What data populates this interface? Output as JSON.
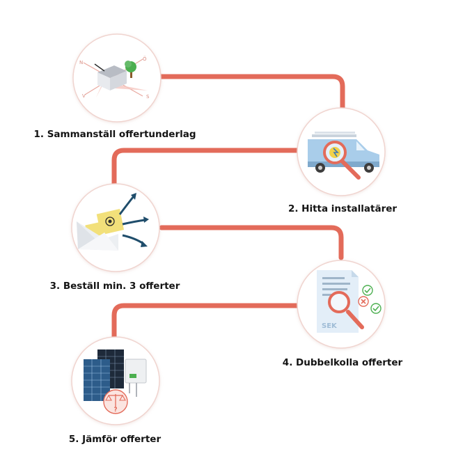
{
  "colors": {
    "connector": "#e36b5a",
    "circle_border": "#f0d4cf",
    "label_text": "#141414"
  },
  "steps": [
    {
      "label": "1. Sammanställ offertunderlag",
      "icon": "house-compass-icon"
    },
    {
      "label": "2. Hitta installatärer",
      "icon": "van-magnifier-icon"
    },
    {
      "label": "3. Beställ min. 3 offerter",
      "icon": "envelope-send-icon"
    },
    {
      "label": "4. Dubbelkolla offerter",
      "icon": "document-magnifier-icon"
    },
    {
      "label": "5. Jämför offerter",
      "icon": "solar-panel-scale-icon"
    }
  ],
  "icon_text": {
    "document_currency": "SEK",
    "scale_question": "?"
  }
}
